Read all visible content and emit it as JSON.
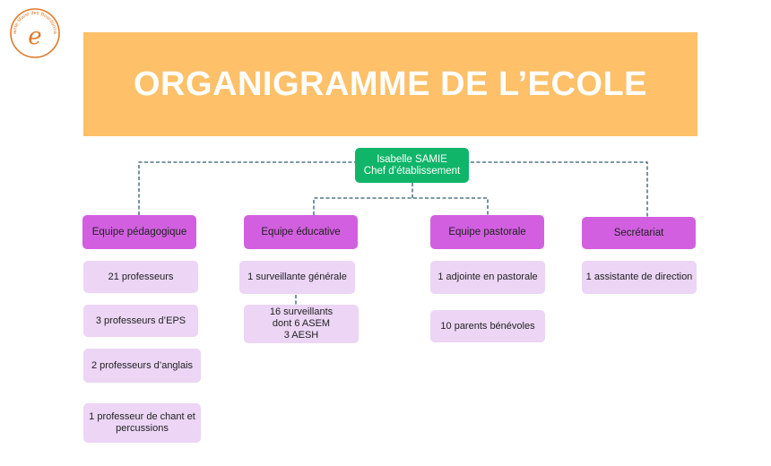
{
  "logo": {
    "text": "Sainte Marie des Bourdonnais",
    "glyph": "e"
  },
  "title": "ORGANIGRAMME DE L’ECOLE",
  "chief": {
    "name": "Isabelle SAMIE",
    "role": "Chef d’établissement"
  },
  "teams": [
    {
      "name": "Equipe pédagogique",
      "items": [
        "21 professeurs",
        "3 professeurs d’EPS",
        "2 professeurs d’anglais",
        "1 professeur de chant et\npercussions"
      ]
    },
    {
      "name": "Equipe éducative",
      "items": [
        "1 surveillante générale",
        "16 surveillants\ndont 6 ASEM\n3 AESH"
      ]
    },
    {
      "name": "Equipe pastorale",
      "items": [
        "1 adjointe en pastorale",
        "10 parents bénévoles"
      ]
    },
    {
      "name": "Secrétariat",
      "items": [
        "1 assistante de direction"
      ]
    }
  ],
  "colors": {
    "banner": "#fec068",
    "chief": "#10b569",
    "team_header": "#d25fe0",
    "team_item": "#ecd5f5",
    "connector": "#2d5a6e",
    "logo": "#e07a2a"
  }
}
